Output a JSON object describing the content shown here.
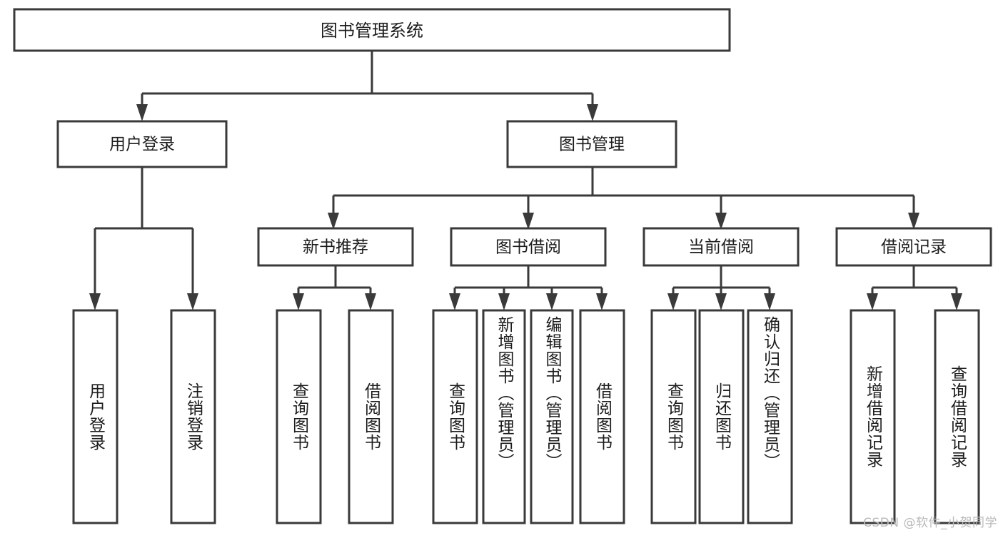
{
  "diagram": {
    "type": "tree-hierarchy-diagram",
    "title": "图书管理系统",
    "watermark": "CSDN @软件_小贺同学",
    "colors": {
      "stroke": "#3a3a3a",
      "fill": "#ffffff",
      "text": "#1c1c1c",
      "watermark": "#b9b9b9"
    },
    "levels": {
      "root": {
        "label": "图书管理系统"
      },
      "level2": [
        {
          "id": "user-login",
          "label": "用户登录"
        },
        {
          "id": "book-management",
          "label": "图书管理"
        }
      ],
      "level3": [
        {
          "id": "new-book-recommend",
          "label": "新书推荐",
          "parent": "book-management"
        },
        {
          "id": "book-borrow",
          "label": "图书借阅",
          "parent": "book-management"
        },
        {
          "id": "current-borrow",
          "label": "当前借阅",
          "parent": "book-management"
        },
        {
          "id": "borrow-record",
          "label": "借阅记录",
          "parent": "book-management"
        }
      ],
      "leaves": [
        {
          "id": "leaf-user-login",
          "label": "用户登录",
          "parent": "user-login"
        },
        {
          "id": "leaf-logout-login",
          "label": "注销登录",
          "parent": "user-login"
        },
        {
          "id": "leaf-query-book-1",
          "label": "查询图书",
          "parent": "new-book-recommend"
        },
        {
          "id": "leaf-borrow-book-1",
          "label": "借阅图书",
          "parent": "new-book-recommend"
        },
        {
          "id": "leaf-query-book-2",
          "label": "查询图书",
          "parent": "book-borrow"
        },
        {
          "id": "leaf-add-book",
          "label": "新增图书（管理员）",
          "parent": "book-borrow"
        },
        {
          "id": "leaf-edit-book",
          "label": "编辑图书（管理员）",
          "parent": "book-borrow"
        },
        {
          "id": "leaf-borrow-book-2",
          "label": "借阅图书",
          "parent": "book-borrow"
        },
        {
          "id": "leaf-query-book-3",
          "label": "查询图书",
          "parent": "current-borrow"
        },
        {
          "id": "leaf-return-book",
          "label": "归还图书",
          "parent": "current-borrow"
        },
        {
          "id": "leaf-confirm-return",
          "label": "确认归还（管理员）",
          "parent": "current-borrow"
        },
        {
          "id": "leaf-add-record",
          "label": "新增借阅记录",
          "parent": "borrow-record"
        },
        {
          "id": "leaf-query-record",
          "label": "查询借阅记录",
          "parent": "borrow-record"
        }
      ]
    }
  }
}
